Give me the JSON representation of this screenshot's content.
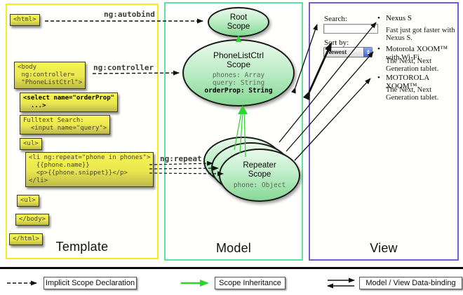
{
  "template": {
    "title": "Template",
    "boxes": {
      "html_open": "<html>",
      "body_open": "<body\n ng:controller=\n \"PhoneListCtrl\">",
      "select": "<select name=\"orderProp\"\n  ...>",
      "fulltext": "Fulltext Search:\n  <input name=\"query\">",
      "ul_open": "<ul>",
      "li_repeat": "<li ng:repeat=\"phone in phones\">\n  {{phone.name}}\n  <p>{{phone.snippet}}</p>\n</li>",
      "ul_second": "<ul>",
      "body_close": "</body>",
      "html_close": "</html>"
    }
  },
  "model": {
    "title": "Model",
    "root_scope": {
      "title": "Root\nScope"
    },
    "phonelist_scope": {
      "title": "PhoneListCtrl\nScope",
      "props": "phones: Array\nquery: String",
      "bold_prop": "orderProp: String"
    },
    "repeater_scope": {
      "title": "Repeater\nScope",
      "prop": "phone: Object"
    }
  },
  "view": {
    "title": "View",
    "search_label": "Search:",
    "search_value": "",
    "sort_label": "Sort by:",
    "sort_value": "Newest",
    "bullet": "•",
    "items": [
      {
        "name": "Nexus S",
        "snippet": "Fast just got faster with Nexus S."
      },
      {
        "name": "Motorola XOOM™ with Wi-Fi",
        "snippet": "The Next, Next Generation tablet."
      },
      {
        "name": "MOTOROLA XOOM™",
        "snippet": "The Next, Next Generation tablet."
      }
    ]
  },
  "arrow_labels": {
    "autobind": "ng:autobind",
    "controller": "ng:controller",
    "repeat": "ng:repeat"
  },
  "legend": {
    "implicit": "Implicit Scope Declaration",
    "inheritance": "Scope Inheritance",
    "databinding": "Model / View Data-binding"
  },
  "colors": {
    "template_border": "#f0ee1c",
    "model_border": "#5ce39e",
    "view_border": "#6f5fd0",
    "scope_inheritance_green": "#2ed32e",
    "arrow_black": "#111111",
    "codebox_yellow": "#f0ee4f"
  }
}
